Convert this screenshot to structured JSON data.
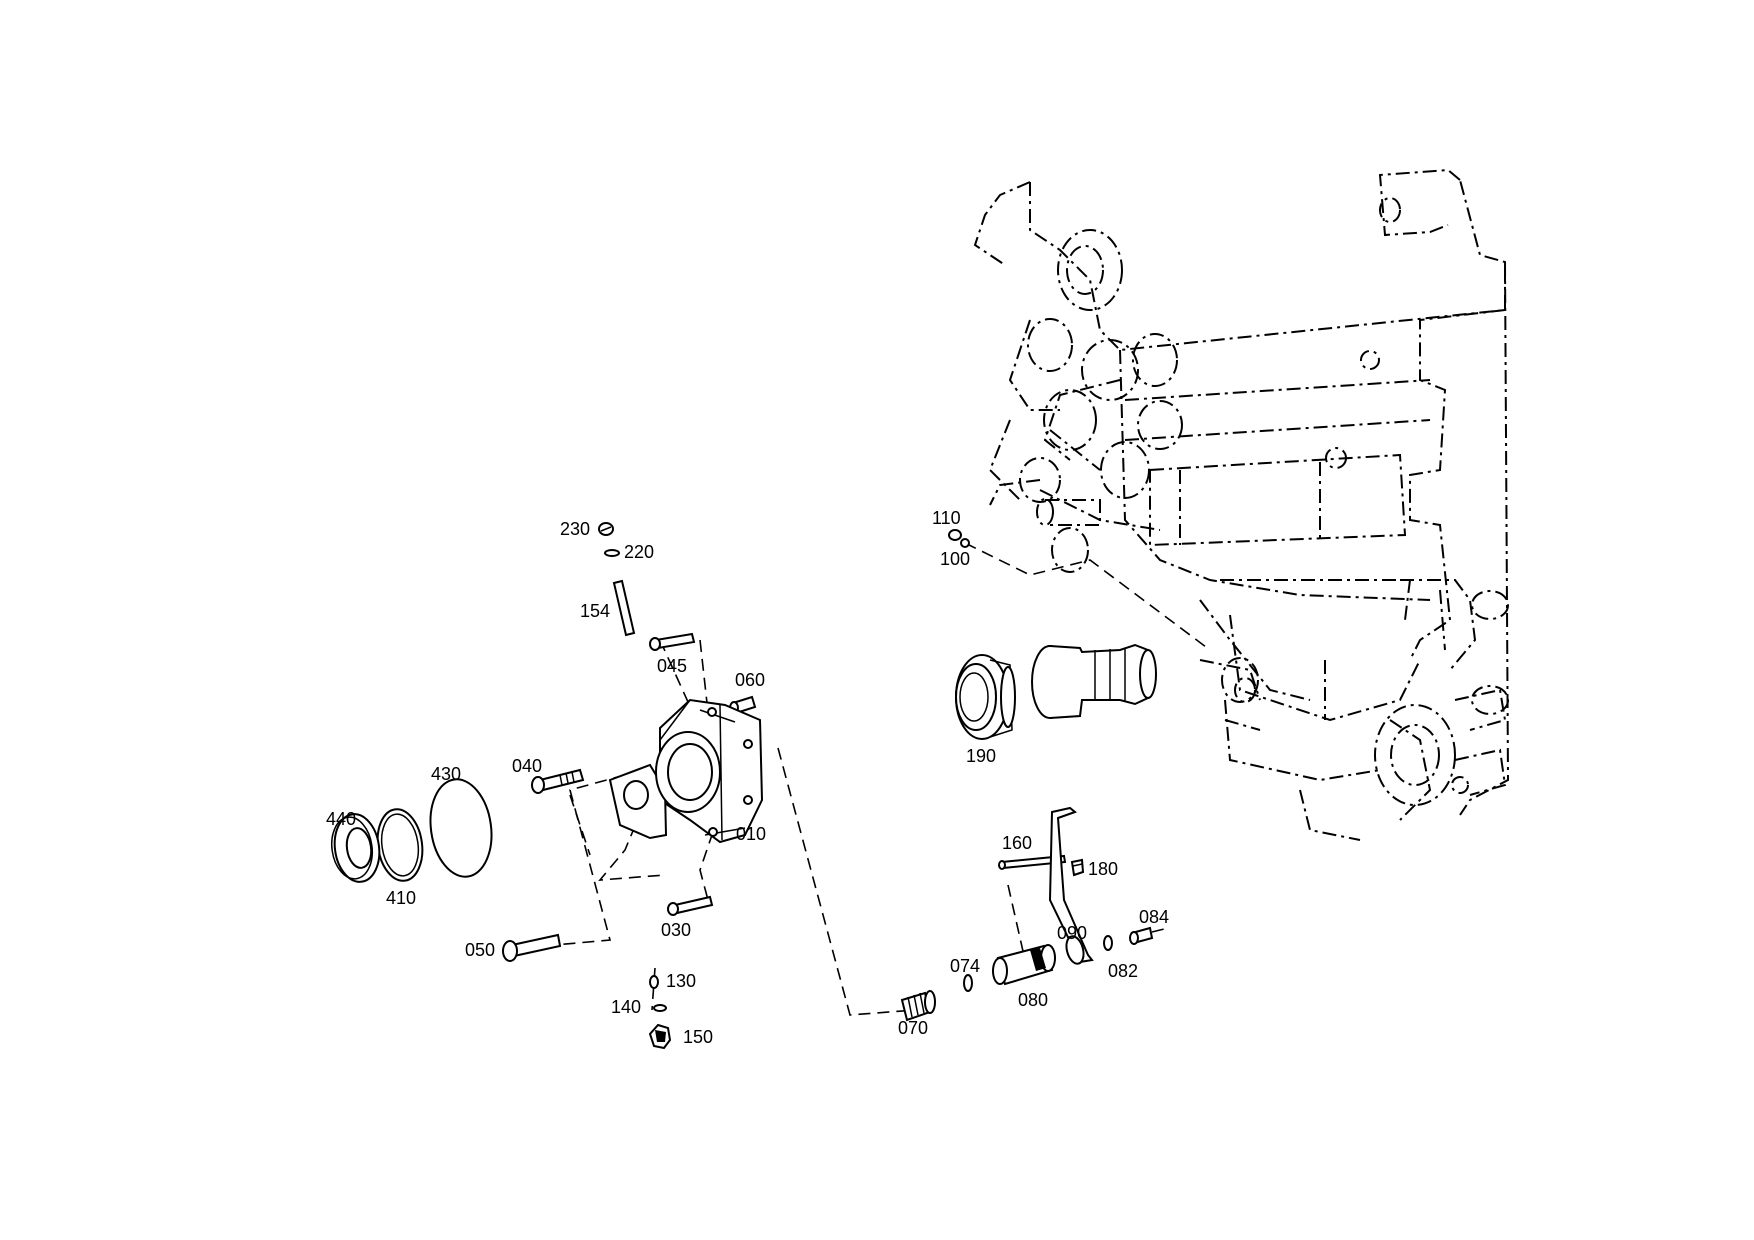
{
  "labels": {
    "p010": "010",
    "p030": "030",
    "p040": "040",
    "p045": "045",
    "p050": "050",
    "p060": "060",
    "p070": "070",
    "p074": "074",
    "p080": "080",
    "p082": "082",
    "p084": "084",
    "p090": "090",
    "p100": "100",
    "p110": "110",
    "p130": "130",
    "p140": "140",
    "p150": "150",
    "p154": "154",
    "p160": "160",
    "p180": "180",
    "p190": "190",
    "p220": "220",
    "p230": "230",
    "p410": "410",
    "p430": "430",
    "p440": "440"
  }
}
